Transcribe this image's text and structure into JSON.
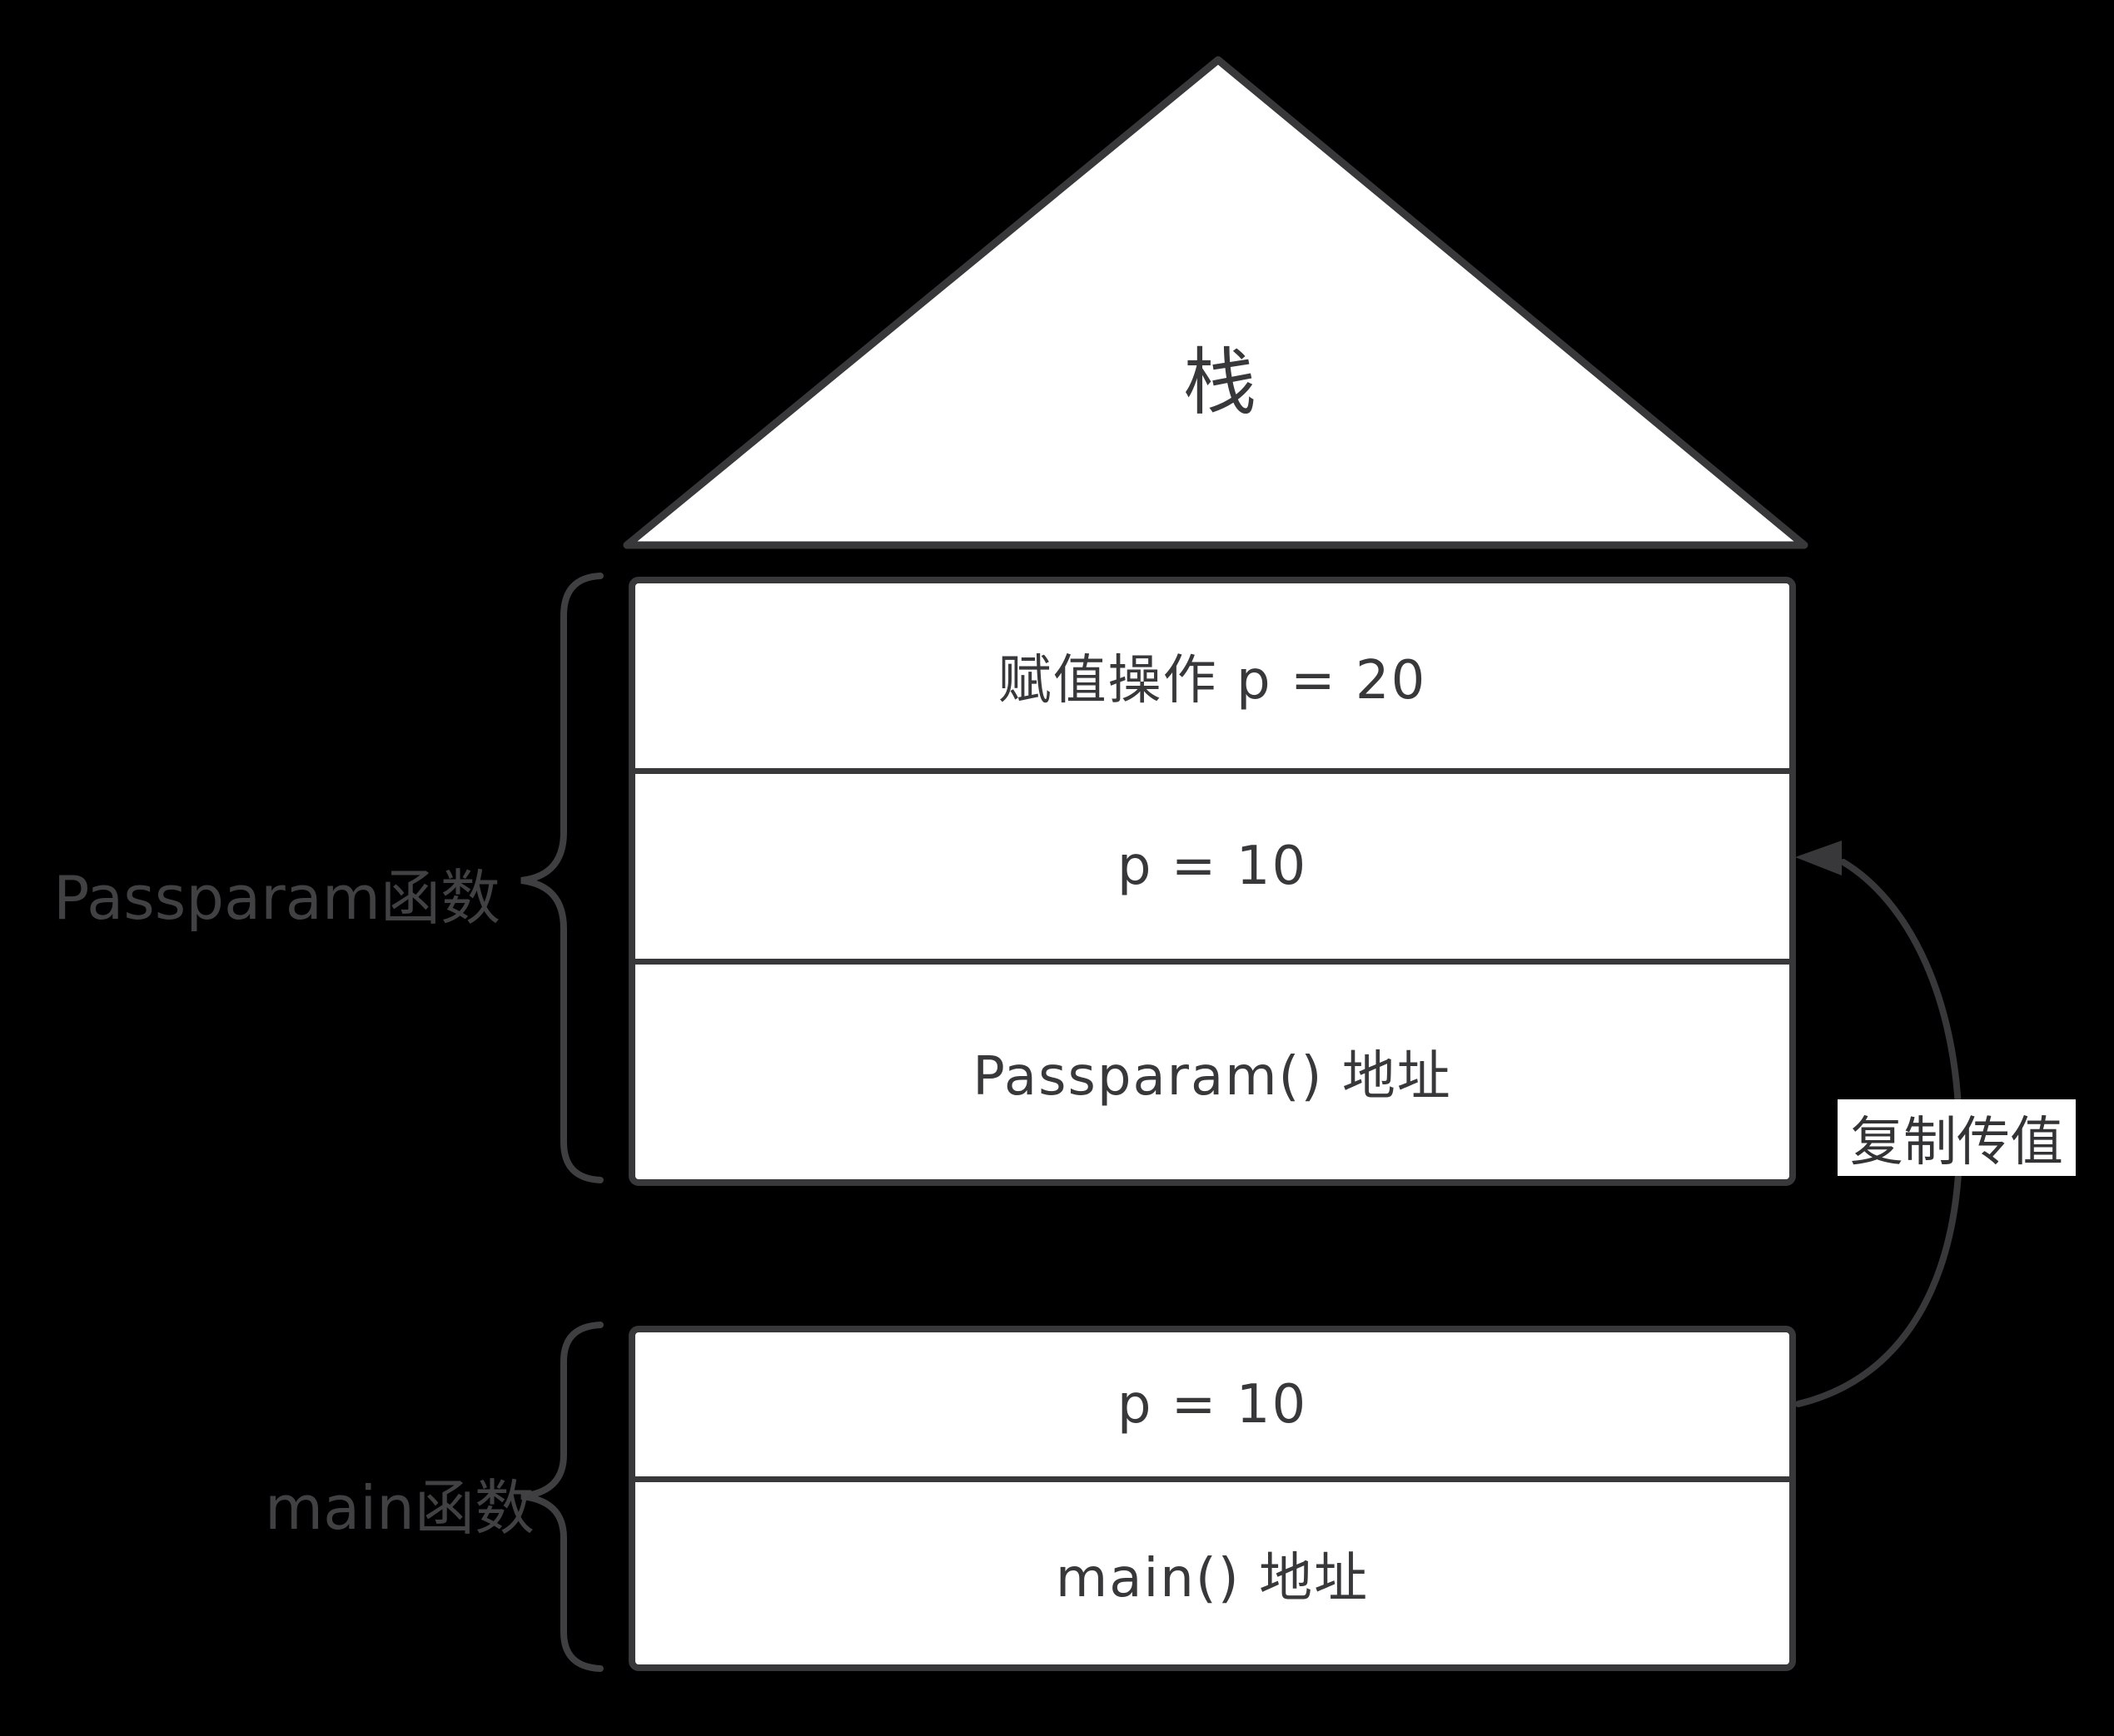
{
  "colors": {
    "background": "#000000",
    "stroke": "#38383a",
    "box_fill": "#ffffff",
    "side_label_text": "#414143"
  },
  "stack": {
    "roof_label": "栈"
  },
  "passparam_frame": {
    "label": "Passparam函数",
    "rows": [
      "赋值操作 p = 20",
      "p = 10",
      "Passparam() 地址"
    ]
  },
  "main_frame": {
    "label": "main函数",
    "rows": [
      "p = 10",
      "main() 地址"
    ]
  },
  "arrow": {
    "label": "复制传值"
  }
}
